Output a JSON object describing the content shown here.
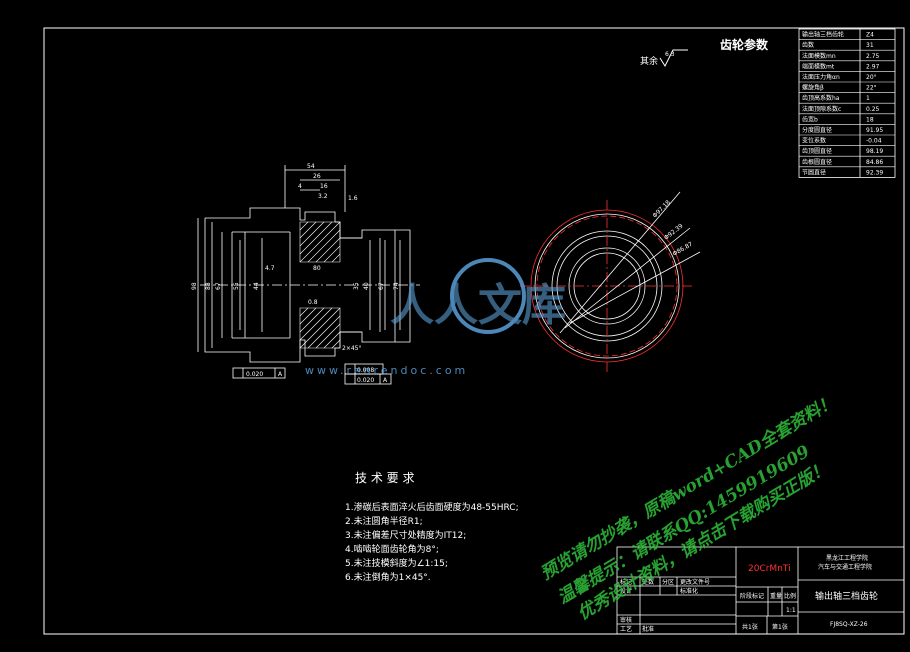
{
  "title": "齿轮参数",
  "roughness_label": "其余",
  "roughness_value": "6.3",
  "params": [
    {
      "name": "输出轴三档齿轮",
      "value": "Z4"
    },
    {
      "name": "齿数",
      "value": "31"
    },
    {
      "name": "法面模数mn",
      "value": "2.75"
    },
    {
      "name": "端面模数mt",
      "value": "2.97"
    },
    {
      "name": "法面压力角αn",
      "value": "20°"
    },
    {
      "name": "螺旋角β",
      "value": "22°"
    },
    {
      "name": "齿顶高系数ha",
      "value": "1"
    },
    {
      "name": "法面顶隙系数c",
      "value": "0.25"
    },
    {
      "name": "齿宽b",
      "value": "18"
    },
    {
      "name": "分度圆直径",
      "value": "91.95"
    },
    {
      "name": "变位系数",
      "value": "-0.04"
    },
    {
      "name": "齿顶圆直径",
      "value": "98.19"
    },
    {
      "name": "齿根圆直径",
      "value": "84.86"
    },
    {
      "name": "节圆直径",
      "value": "92.39"
    }
  ],
  "dims": {
    "d54": "54",
    "d26": "26",
    "d4": "4",
    "d16": "16",
    "r32": "3.2",
    "r16": "1.6",
    "r08": "0.8",
    "d47": "4.7",
    "d80": "80",
    "c245": "2×45°",
    "tol1": "0.020",
    "tol2": "0.008",
    "tol3": "0.020",
    "datumA": "A",
    "phi98": "Φ97.18",
    "phi92": "Φ92.39",
    "phi85": "Φ86.87",
    "left_dims": [
      "98",
      "88",
      "67",
      "55",
      "44"
    ],
    "right_dims": [
      "35",
      "40",
      "67",
      "74"
    ]
  },
  "tech_title": "技 术 要 求",
  "tech_items": [
    "1.渗碳后表面淬火后齿面硬度为48-55HRC;",
    "2.未注圆角半径R1;",
    "3.未注偏差尺寸处精度为IT12;",
    "4.啮啮轮面齿轮角为8°;",
    "5.未注技模斜度为∠1:15;",
    "6.未注倒角为1×45°."
  ],
  "titleblock": {
    "material": "20CrMnTi",
    "school_line1": "黑龙江工程学院",
    "school_line2": "汽车与交通工程学院",
    "part_name": "输出轴三档齿轮",
    "drawing_no": "FJ8SQ-XZ-26",
    "label_stage": "阶段标记",
    "label_weight": "重量",
    "label_scale": "比例",
    "scale": "1:1",
    "sheet_total": "共1张",
    "sheet_no": "第1张",
    "row_mark": "标记",
    "row_qty": "处数",
    "row_zone": "分区",
    "row_doc": "更改文件号",
    "row_design": "设计",
    "row_std": "标准化",
    "row_check": "审核",
    "row_process": "工艺",
    "row_approve": "批准"
  },
  "watermark": {
    "logo": "人人文库",
    "url": "www.renrendoc.com",
    "line1": "预览请勿抄袭，原稿word+CAD全套资料！",
    "line2": "温馨提示：请联系QQ:1459919609",
    "line3": "优秀设计资料，请点击下载购买正版！"
  },
  "colors": {
    "background": "#000000",
    "lines": "#ffffff",
    "red": "#ff3030",
    "watermark": "#2fbf3a",
    "logo": "#5aa0d8"
  }
}
